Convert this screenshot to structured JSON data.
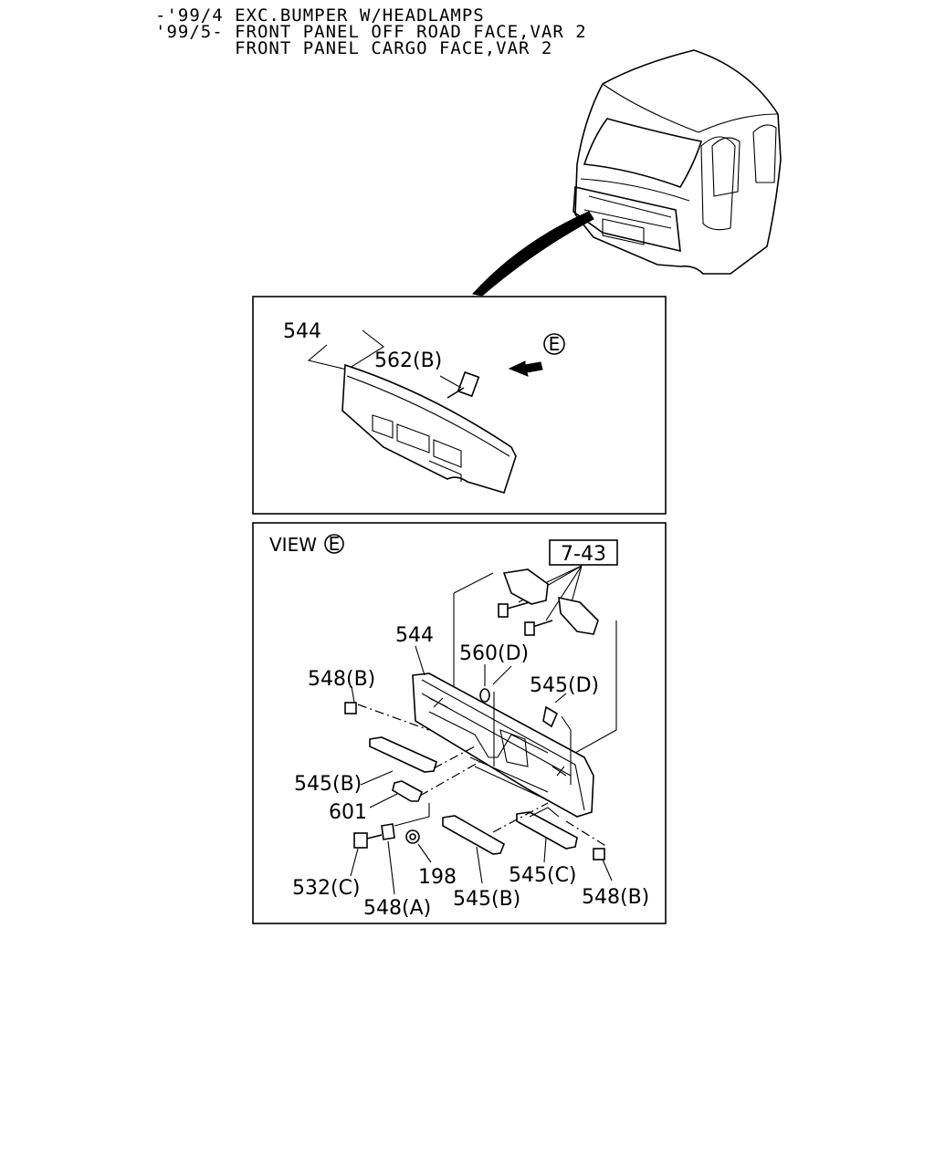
{
  "header": {
    "line1": "-'99/4 EXC.BUMPER W/HEADLAMPS",
    "line2": "'99/5- FRONT PANEL OFF ROAD FACE,VAR 2",
    "line3": "       FRONT PANEL CARGO FACE,VAR 2"
  },
  "top_panel": {
    "labels": {
      "part_544": "544",
      "part_562b": "562(B)",
      "view_marker": "E"
    }
  },
  "bottom_panel": {
    "view_text": "VIEW",
    "view_marker": "E",
    "ref_box": "7-43",
    "labels": {
      "p544": "544",
      "p560d": "560(D)",
      "p548b_left": "548(B)",
      "p545d": "545(D)",
      "p545b_left": "545(B)",
      "p601": "601",
      "p532c": "532(C)",
      "p548a": "548(A)",
      "p198": "198",
      "p545b_bottom": "545(B)",
      "p545c": "545(C)",
      "p548b_right": "548(B)"
    }
  }
}
